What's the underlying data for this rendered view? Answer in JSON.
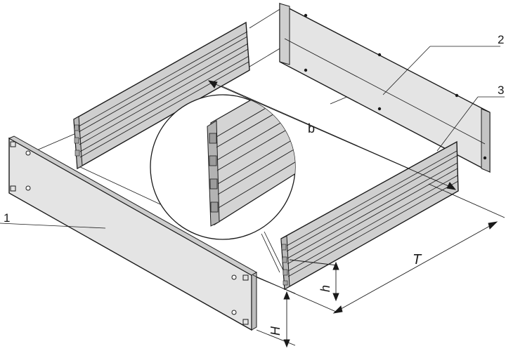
{
  "labels": {
    "part_1": "1",
    "part_2": "2",
    "part_3": "3",
    "dim_b": "b",
    "dim_T": "T",
    "dim_H": "H",
    "dim_h": "h"
  },
  "colors": {
    "panel_fill": "#e4e4e4",
    "panel_face": "#d6d6d6",
    "profile_fill": "#cfcfcf",
    "profile_dark": "#a8a8a8",
    "line": "#1a1a1a",
    "background": "#ffffff"
  }
}
